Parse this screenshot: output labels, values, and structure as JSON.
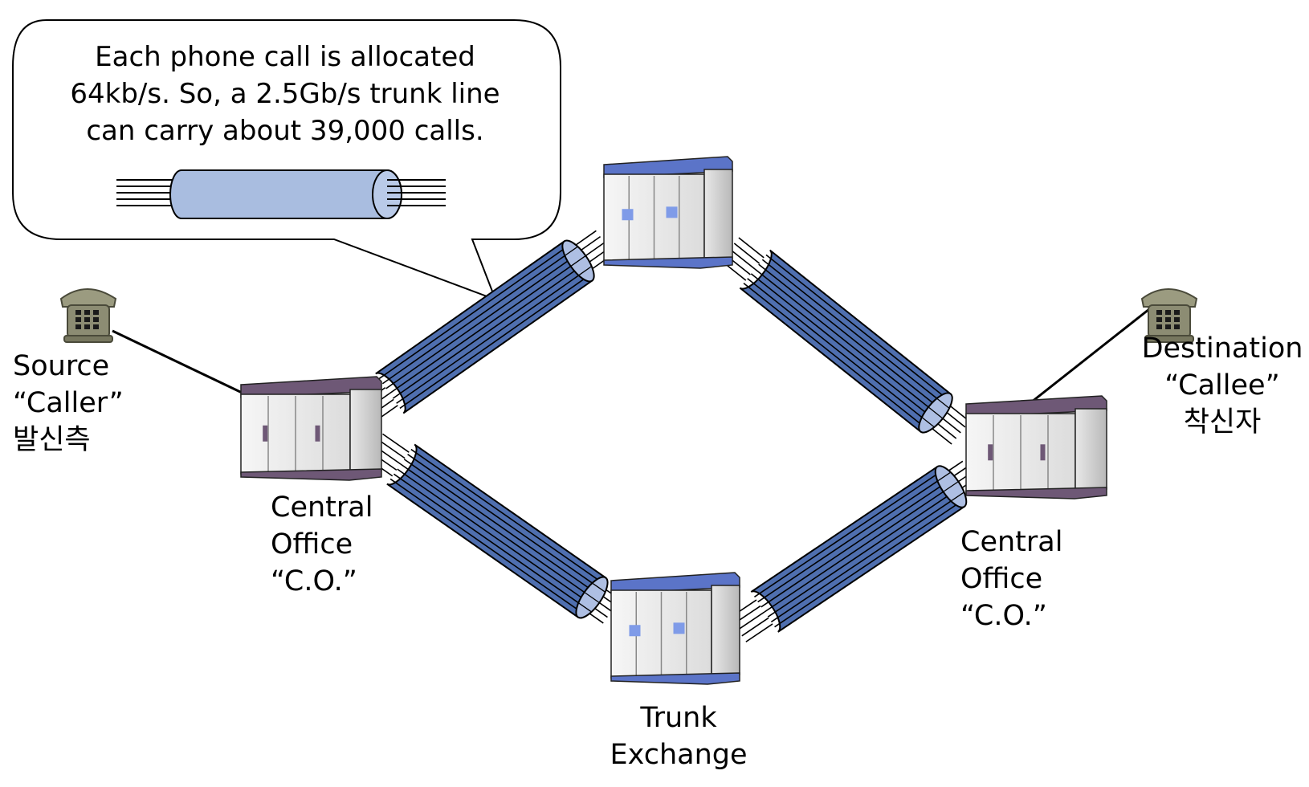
{
  "callout": {
    "lines": [
      "Each phone call is allocated",
      "64kb/s. So, a 2.5Gb/s trunk line",
      "can carry about 39,000 calls."
    ]
  },
  "labels": {
    "source": [
      "Source",
      "“Caller”",
      "발신측"
    ],
    "destination": [
      "Destination",
      "“Callee”",
      "착신자"
    ],
    "central_office_left": [
      "Central",
      "Office",
      "“C.O.”"
    ],
    "central_office_right": [
      "Central",
      "Office",
      "“C.O.”"
    ],
    "trunk_exchange": [
      "Trunk",
      "Exchange"
    ]
  },
  "colors": {
    "trunk_fill": "#4f6faf",
    "trunk_end": "#aebfe3",
    "switch_top_blue": "#5b74c8",
    "switch_top_purple": "#6e5876",
    "bubble_cable": "#a9bde0",
    "phone_body": "#8c8c73"
  },
  "icons": {
    "phone": "telephone-icon",
    "switch": "switch-cabinet-icon"
  }
}
